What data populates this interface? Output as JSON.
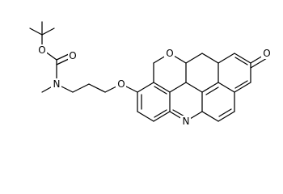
{
  "molecule": {
    "atoms": {
      "carbonyl_oxygen": "O",
      "ester_oxygen": "O",
      "amine_nitrogen": "N",
      "ether_oxygen": "O",
      "ring_oxygen": "O",
      "ketone_oxygen": "O",
      "ring_nitrogen": "N"
    }
  },
  "colors": {
    "bond": "#000000",
    "label": "#000000",
    "background": "#ffffff"
  }
}
